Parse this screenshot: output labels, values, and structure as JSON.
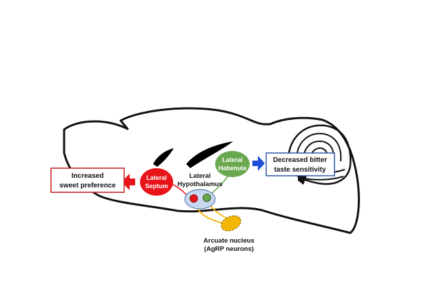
{
  "outcomes": {
    "left_line1": "Increased",
    "left_line2": "sweet preference",
    "right_line1": "Decreased bitter",
    "right_line2": "taste sensitivity"
  },
  "regions": {
    "septum_line1": "Lateral",
    "septum_line2": "Septum",
    "habenula_line1": "Lateral",
    "habenula_line2": "Habenula",
    "hypothalamus_line1": "Lateral",
    "hypothalamus_line2": "Hypothalamus",
    "arcuate_line1": "Arcuate nucleus",
    "arcuate_line2": "(AgRP neurons)"
  },
  "colors": {
    "septum": "#e8141a",
    "habenula": "#6aa84f",
    "hypothalamus_fill": "#c9d8ee",
    "arcuate": "#f2b705",
    "left_box_border": "#c0181c",
    "right_box_border": "#2f5aa8",
    "left_arrow": "#e8141a",
    "right_arrow": "#1f4fd6",
    "outline": "#111111"
  }
}
